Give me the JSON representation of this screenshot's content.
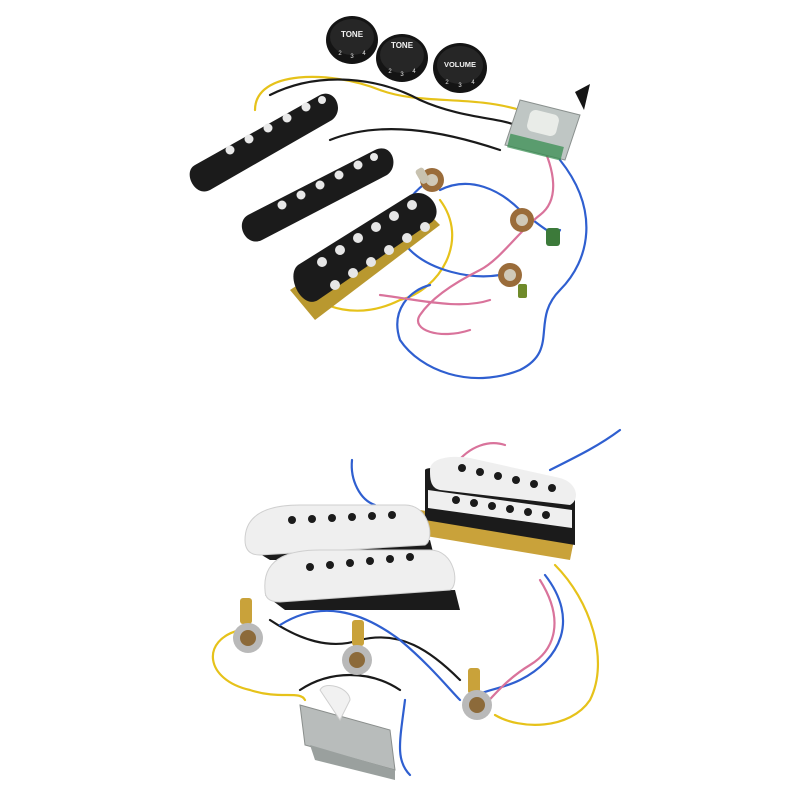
{
  "photo_top": {
    "knobs": [
      {
        "label": "TONE",
        "numbers": [
          "2",
          "3",
          "4"
        ]
      },
      {
        "label": "TONE",
        "numbers": [
          "2",
          "3",
          "4"
        ]
      },
      {
        "label": "VOLUME",
        "numbers": [
          "2",
          "3",
          "4"
        ]
      }
    ],
    "pickup_color": "#1b1b1b",
    "wire_colors": {
      "yellow": "#e6c21a",
      "blue": "#2f5fd0",
      "pink": "#d9739b",
      "black": "#1a1a1a"
    }
  },
  "photo_bottom": {
    "pickup_color": "#eeeeee",
    "plate_color": "#c9a23a"
  }
}
